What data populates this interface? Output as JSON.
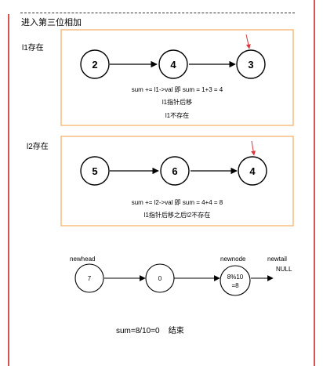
{
  "heading": "进入第三位相加",
  "section1": {
    "label": "l1存在",
    "nodes": [
      "2",
      "4",
      "3"
    ],
    "caption_line1": "sum += l1->val 即 sum = 1+3 = 4",
    "caption_line2": "l1指针后移",
    "caption_line3": "l1不存在"
  },
  "section2": {
    "label": "l2存在",
    "nodes": [
      "5",
      "6",
      "4"
    ],
    "caption_line1": "sum += l2->val 即 sum = 4+4  = 8",
    "caption_line2": "l1指针后移之后l2不存在"
  },
  "result": {
    "newhead_label": "newhead",
    "newnode_label": "newnode",
    "newtail_label": "newtail",
    "null_label": "NULL",
    "node1": "7",
    "node2": "0",
    "node3_line1": "8%10",
    "node3_line2": "=8"
  },
  "footer": "sum=8/10=0    结束",
  "colors": {
    "box_border": "#f3b26b",
    "frame": "#d65353",
    "pointer_arrow": "#d9363e",
    "stroke": "#000000"
  }
}
